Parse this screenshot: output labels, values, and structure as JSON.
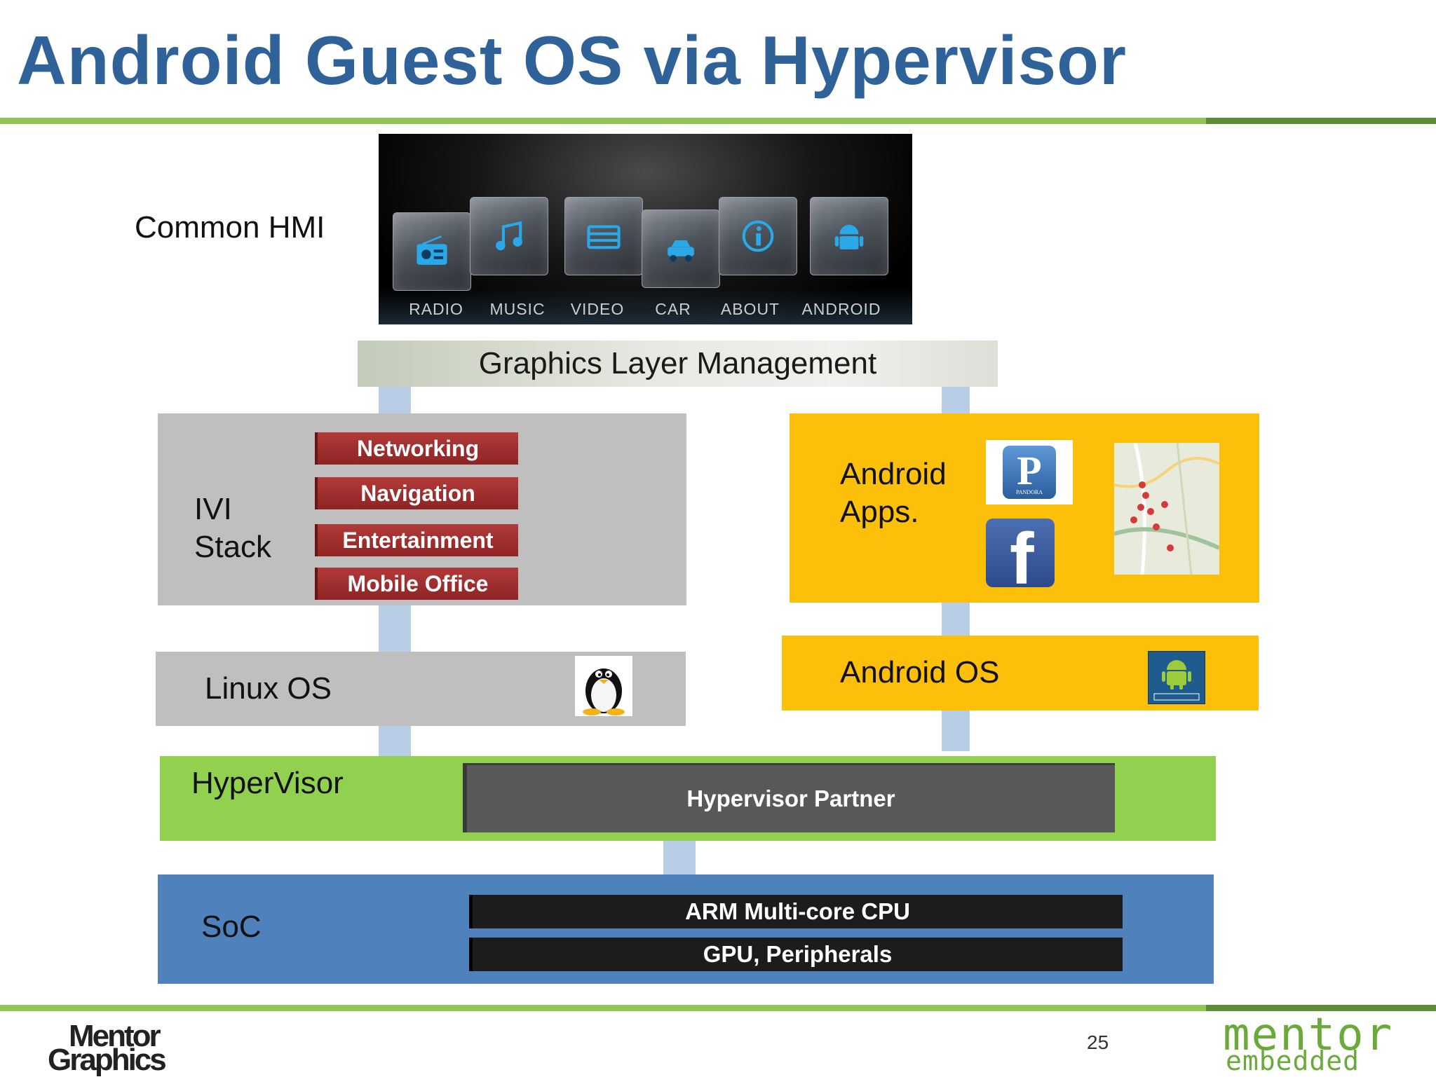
{
  "slide": {
    "title": "Android Guest OS via Hypervisor",
    "page_number": "25"
  },
  "hmi": {
    "label": "Common HMI",
    "icons": [
      {
        "caption": "RADIO",
        "icon": "radio-icon"
      },
      {
        "caption": "MUSIC",
        "icon": "music-note-icon"
      },
      {
        "caption": "VIDEO",
        "icon": "video-icon"
      },
      {
        "caption": "CAR",
        "icon": "car-settings-icon"
      },
      {
        "caption": "ABOUT",
        "icon": "info-icon"
      },
      {
        "caption": "ANDROID",
        "icon": "android-robot-icon"
      }
    ]
  },
  "graphics_layer": {
    "label": "Graphics Layer Management"
  },
  "ivi": {
    "label_line1": "IVI",
    "label_line2": "Stack",
    "components": [
      "Networking",
      "Navigation",
      "Entertainment",
      "Mobile Office"
    ]
  },
  "android_apps": {
    "label_line1": "Android",
    "label_line2": "Apps.",
    "app_icons": [
      "pandora-icon",
      "facebook-icon",
      "google-map-icon"
    ],
    "pandora_text": "PANDORA"
  },
  "linux": {
    "label": "Linux OS",
    "icon": "tux-penguin-icon"
  },
  "android_os": {
    "label": "Android OS",
    "icon": "android-logo-icon"
  },
  "hypervisor": {
    "label": "HyperVisor",
    "partner": "Hypervisor Partner"
  },
  "soc": {
    "label": "SoC",
    "cpu": "ARM Multi-core CPU",
    "gpu": "GPU, Peripherals"
  },
  "footer": {
    "left_logo_line1": "Mentor",
    "left_logo_line2": "Graphics",
    "right_logo_line1": "mentor",
    "right_logo_line2": "embedded"
  },
  "colors": {
    "title": "#2e6299",
    "rule_green": "#92c454",
    "gray_box": "#bfbfbf",
    "android_yellow": "#fcbf0a",
    "hypervisor_green": "#92d050",
    "soc_blue": "#4f81bd",
    "component_red": "#a83232",
    "connector_blue": "#b8cde6"
  }
}
